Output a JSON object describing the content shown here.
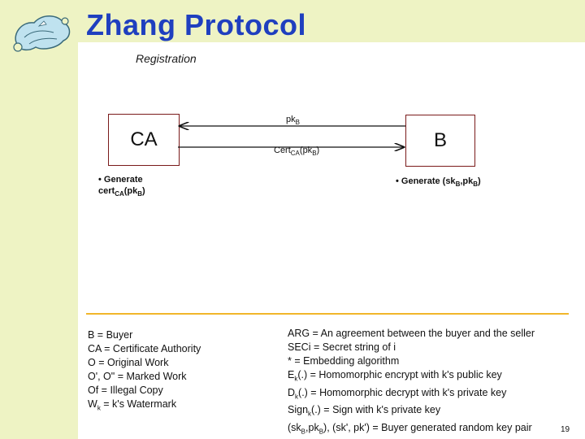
{
  "header": {
    "title": "Zhang Protocol",
    "subtitle": "Registration"
  },
  "diagram": {
    "entity_ca": "CA",
    "entity_b": "B",
    "message_top": {
      "text": "pk",
      "sub": "B"
    },
    "message_bottom": {
      "text": "Cert",
      "sub1": "CA",
      "mid": "(pk",
      "sub2": "B",
      "end": ")"
    },
    "step_ca": {
      "line1": "• Generate",
      "line2_text": "cert",
      "line2_sub1": "CA",
      "line2_mid": "(pk",
      "line2_sub2": "B",
      "line2_end": ")"
    },
    "step_b": {
      "text": "• Generate (sk",
      "sub1": "B",
      "mid": ",pk",
      "sub2": "B",
      "end": ")"
    }
  },
  "legend_left": {
    "line1": "B = Buyer",
    "line2": "CA = Certificate Authority",
    "line3": "O = Original Work",
    "line4": "O', O\" = Marked Work",
    "line5": "Of = Illegal Copy",
    "line6_text": "W",
    "line6_sub": "k",
    "line6_end": " = k's Watermark"
  },
  "legend_right": {
    "line1": "ARG = An agreement between the buyer and the seller",
    "line2": "SECi = Secret string of i",
    "line3": "* = Embedding algorithm",
    "line4_text": "E",
    "line4_sub": "k",
    "line4_end": "(.) = Homomorphic encrypt with k's public key",
    "line5_text": "D",
    "line5_sub": "k",
    "line5_end": "(.) = Homomorphic decrypt with k's private key",
    "line6_text": "Sign",
    "line6_sub": "k",
    "line6_end": "(.) = Sign with k's private key",
    "line7_a": "(sk",
    "line7_sub1": "B",
    "line7_b": ",pk",
    "line7_sub2": "B",
    "line7_c": "), (sk', pk') = Buyer generated random key pair"
  },
  "footer": {
    "page_number": "19"
  },
  "colors": {
    "band": "#eef3c4",
    "title": "#1f3fbf",
    "divider": "#f1b62a",
    "box_border": "#7a1a1a"
  },
  "icons": {
    "logo": "scroll-clipart-icon"
  }
}
